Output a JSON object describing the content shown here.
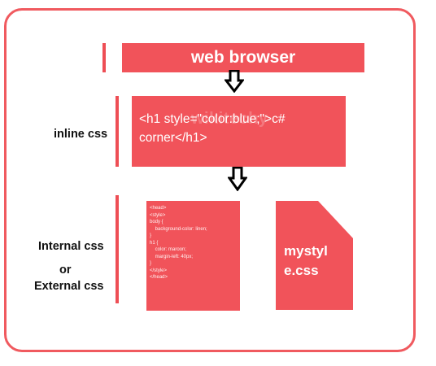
{
  "title": "web browser",
  "inline": {
    "label": "inline css",
    "code_line1": "<h1 style=\"color:blue;\">c#",
    "code_line2": "corner</h1>",
    "watermark": "wikitechy"
  },
  "internal": {
    "label_line1": "Internal css",
    "label_line2": "or",
    "label_line3": "External css",
    "code_lines": [
      "<head>",
      "<style>",
      "body {",
      "    background-color: linen;",
      "}",
      "",
      "h1 {",
      "    color: maroon;",
      "    margin-left: 40px;",
      "}",
      "</style>",
      "</head>"
    ]
  },
  "external": {
    "file_line1": "mystyl",
    "file_line2": "e.css"
  },
  "colors": {
    "accent": "#f1535a",
    "frame": "#f05a5f",
    "text_dark": "#111111"
  }
}
